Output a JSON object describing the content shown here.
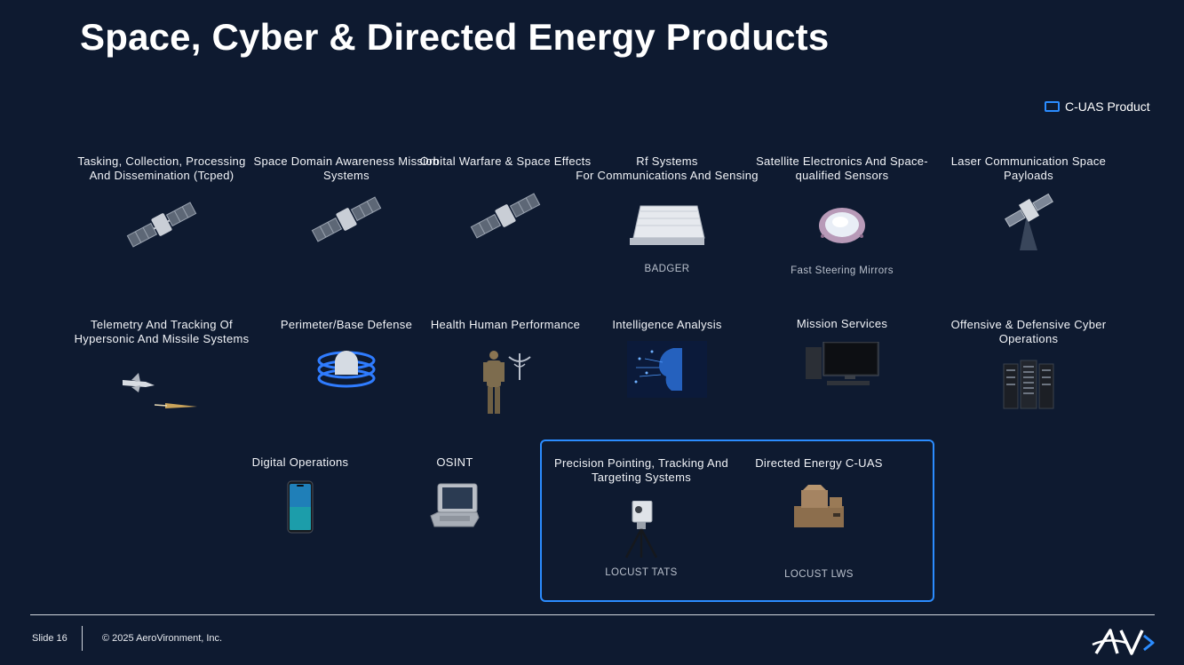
{
  "title": "Space, Cyber & Directed Energy Products",
  "legend": {
    "label": "C-UAS Product",
    "color": "#2b8cff"
  },
  "products": [
    {
      "id": "tcped",
      "label": "Tasking, Collection, Processing And Dissemination (Tcped)",
      "icon": "satellite-icon"
    },
    {
      "id": "sda",
      "label": "Space Domain Awareness Mission Systems",
      "icon": "satellite-icon"
    },
    {
      "id": "orbital",
      "label": "Orbital Warfare & Space Effects",
      "icon": "satellite-icon"
    },
    {
      "id": "rf",
      "label": "Rf Systems\nFor Communications And Sensing",
      "icon": "rf-antenna-icon",
      "sublabel": "BADGER"
    },
    {
      "id": "satelec",
      "label": "Satellite Electronics And Space-qualified Sensors",
      "icon": "steering-mirror-icon",
      "sublabel": "Fast Steering Mirrors"
    },
    {
      "id": "lasercomm",
      "label": "Laser Communication Space Payloads",
      "icon": "laser-satellite-icon"
    },
    {
      "id": "telemetry",
      "label": "Telemetry And Tracking Of Hypersonic And Missile Systems",
      "icon": "missile-icon"
    },
    {
      "id": "perimeter",
      "label": "Perimeter/Base Defense",
      "icon": "dome-shield-icon"
    },
    {
      "id": "health",
      "label": "Health Human Performance",
      "icon": "soldier-medical-icon"
    },
    {
      "id": "intel",
      "label": "Intelligence Analysis",
      "icon": "ai-face-icon"
    },
    {
      "id": "mission",
      "label": "Mission Services",
      "icon": "computer-workstation-icon"
    },
    {
      "id": "cyber",
      "label": "Offensive & Defensive Cyber Operations",
      "icon": "server-rack-icon"
    },
    {
      "id": "digital",
      "label": "Digital Operations",
      "icon": "smartphone-icon"
    },
    {
      "id": "osint",
      "label": "OSINT",
      "icon": "laptop-icon"
    },
    {
      "id": "ppts",
      "label": "Precision Pointing, Tracking And Targeting Systems",
      "icon": "tripod-camera-icon",
      "sublabel": "LOCUST TATS",
      "cuas": true
    },
    {
      "id": "decuas",
      "label": "Directed Energy C-UAS",
      "icon": "laser-weapon-icon",
      "sublabel": "LOCUST LWS",
      "cuas": true
    }
  ],
  "footer": {
    "slide": "Slide 16",
    "copyright": "© 2025 AeroVironment, Inc.",
    "logo": "AV"
  }
}
